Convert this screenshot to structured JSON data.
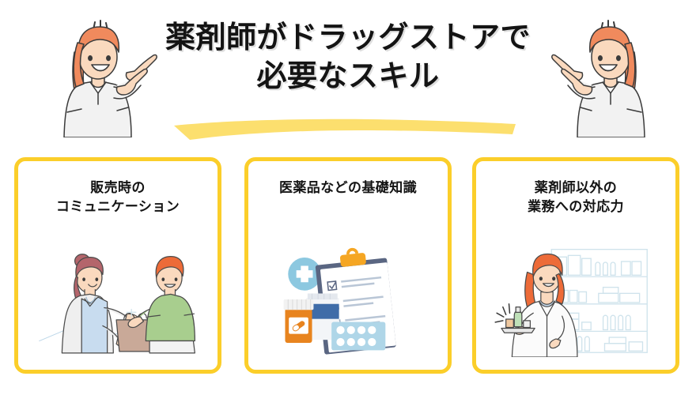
{
  "page": {
    "background_color": "#FFFFFF",
    "accent_yellow": "#FBCE2A",
    "underline_yellow": "#FCDF6E",
    "text_color": "#141414"
  },
  "header": {
    "title_lines": [
      "薬剤師がドラッグストアで",
      "必要なスキル"
    ],
    "mascot_left": {
      "name": "pointing-woman-left",
      "description": "オレンジ髪の女性が右を指差す",
      "hair_color": "#F08A5D",
      "shirt_color": "#F2F2F2"
    },
    "mascot_right": {
      "name": "pointing-woman-right",
      "description": "オレンジ髪の女性が左を指差す",
      "hair_color": "#F08A5D",
      "shirt_color": "#F2F2F2"
    },
    "underline": {
      "name": "brush-underline",
      "color": "#FCDF6E"
    }
  },
  "cards": [
    {
      "id": "card-communication",
      "title_lines": [
        "販売時の",
        "コミュニケーション"
      ],
      "illustration": {
        "name": "clerk-handing-bag-illustration",
        "description": "店員が紙袋を客に手渡す",
        "colors": {
          "apron": "#C8DCEF",
          "shirt": "#EFEFEF",
          "customer_shirt": "#A8CE8E",
          "bag": "#C9A998",
          "hair_clerk": "#B4656B",
          "hair_customer": "#ED6B38",
          "skin": "#FAD9BE"
        }
      }
    },
    {
      "id": "card-knowledge",
      "title_lines": [
        "医薬品などの基礎知識"
      ],
      "illustration": {
        "name": "clipboard-medicine-illustration",
        "description": "チェックリストのクリップボードと薬瓶・錠剤シート",
        "colors": {
          "clipboard": "#5A6682",
          "paper": "#FFFFFF",
          "clip": "#F5A623",
          "cross_badge": "#8CC8E0",
          "bottle": "#E8841F",
          "bottle_blue": "#3F6CA8",
          "blister": "#AFD6E8"
        }
      }
    },
    {
      "id": "card-other-duties",
      "title_lines": [
        "薬剤師以外の",
        "業務への対応力"
      ],
      "illustration": {
        "name": "pharmacist-shelves-illustration",
        "description": "白衣の薬剤師が商品トレイを持ち、背後に陳列棚",
        "colors": {
          "coat": "#FBFBFB",
          "hair": "#ED6B38",
          "shelf_line": "#CFE3EC",
          "skin": "#FAD9BE"
        }
      }
    }
  ]
}
